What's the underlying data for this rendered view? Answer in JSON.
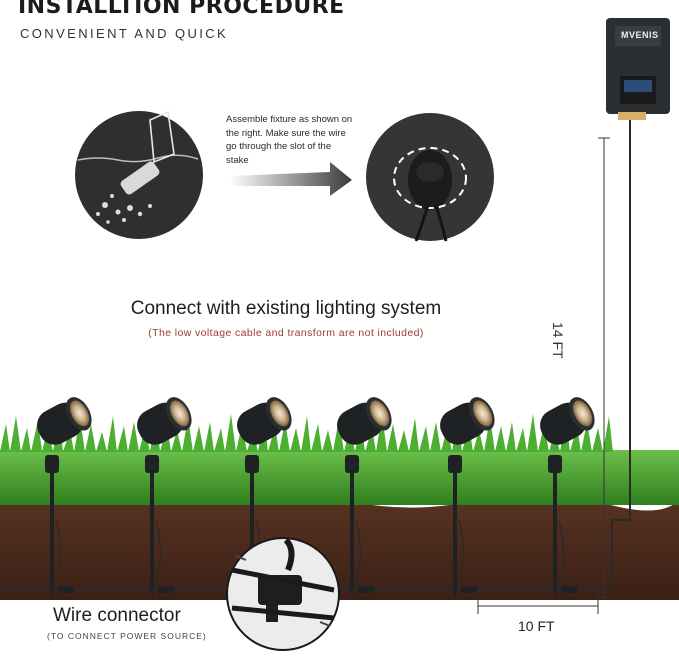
{
  "header": {
    "title": "INSTALLTION PROCEDURE",
    "subtitle": "CONVENIENT AND QUICK"
  },
  "step": {
    "instruction": "Assemble fixture as shown on the right. Make sure the wire go through the slot of the stake"
  },
  "system": {
    "title": "Connect with existing lighting system",
    "note": "(The low voltage cable and transform are not included)"
  },
  "dimensions": {
    "vertical": "14 FT",
    "horizontal": "10 FT"
  },
  "connector": {
    "title": "Wire connector",
    "subtitle": "(TO CONNECT POWER SOURCE)"
  },
  "transformer": {
    "brand": "MVENIS"
  },
  "colors": {
    "grass": "#3f9a2a",
    "soil": "#4a2a1c",
    "fixture": "#1f2224",
    "note_red": "#9e3b32"
  }
}
